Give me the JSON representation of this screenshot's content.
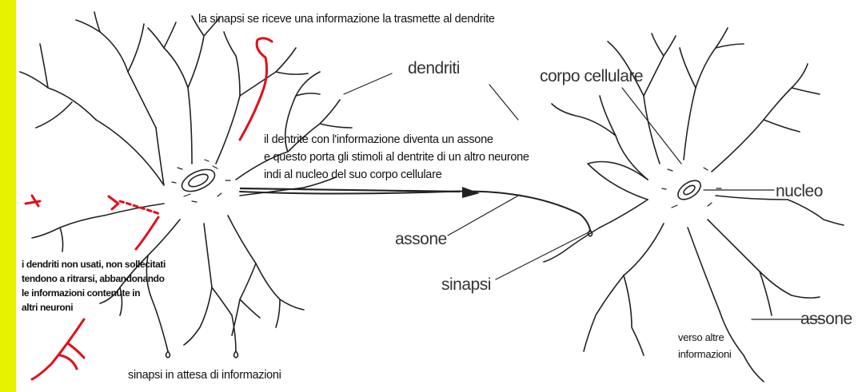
{
  "title": "la sinapsi se riceve una informazione la trasmette al dendrite",
  "labels": {
    "dendriti": "dendriti",
    "corpo_cellulare": "corpo cellulare",
    "nucleo": "nucleo",
    "assone_left": "assone",
    "sinapsi": "sinapsi",
    "assone_right": "assone"
  },
  "notes": {
    "middle": [
      "il dentrite con l'informazione diventa un assone",
      "e questo porta gli stimoli al dentrite di un altro neurone",
      "indi al nucleo del suo corpo cellulare"
    ],
    "left": [
      "i dendriti non usati, non sollecitati",
      "tendono a ritrarsi, abbandonando",
      "le informazioni contenute in",
      "altri neuroni"
    ],
    "bottom": "sinapsi in attesa di informazioni",
    "verso": [
      "verso altre",
      "informazioni"
    ]
  },
  "colors": {
    "border": "#e6f200",
    "ink": "#222222",
    "highlight": "#e0101a"
  }
}
